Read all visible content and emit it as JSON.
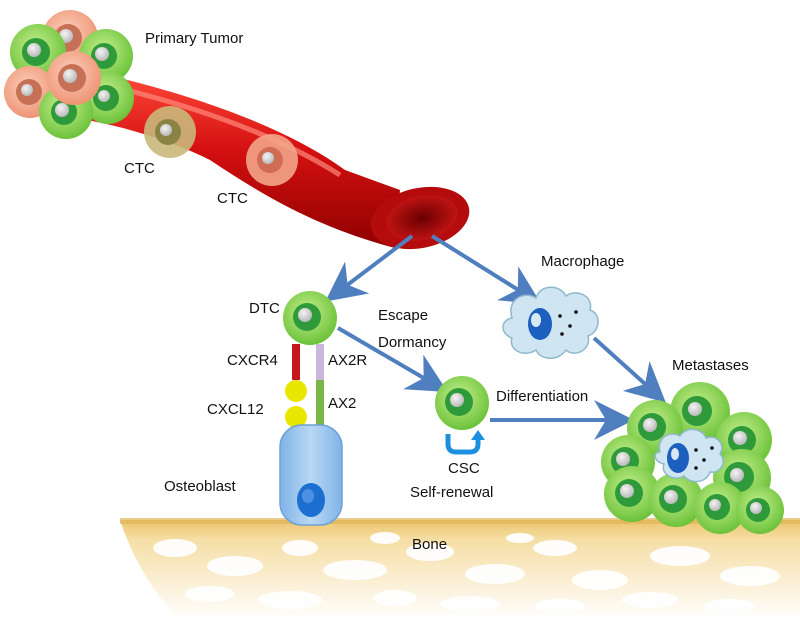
{
  "labels": {
    "primary_tumor": "Primary Tumor",
    "ctc_1": "CTC",
    "ctc_2": "CTC",
    "dtc": "DTC",
    "escape": "Escape",
    "dormancy": "Dormancy",
    "macrophage": "Macrophage",
    "metastases": "Metastases",
    "cxcr4": "CXCR4",
    "ax2r": "AX2R",
    "cxcl12": "CXCL12",
    "ax2": "AX2",
    "differentiation": "Differentiation",
    "csc": "CSC",
    "self_renewal": "Self-renewal",
    "osteoblast": "Osteoblast",
    "bone": "Bone"
  },
  "colors": {
    "vessel": "#d01010",
    "vessel_dark": "#8a0000",
    "arrow": "#4f7fbf",
    "cell_green": "#8fd14f",
    "cell_dark_green": "#2f9a3a",
    "cell_pink": "#f4a88a",
    "bone": "#f2d79a",
    "osteoblast": "#9fc6ee",
    "macrophage": "#cfe6f2",
    "receptor_red": "#c4161c",
    "receptor_lilac": "#c9b7dd",
    "receptor_green": "#7ab648",
    "ligand_yellow": "#e9e600",
    "self_renewal_arrow": "#1e8fe0"
  }
}
